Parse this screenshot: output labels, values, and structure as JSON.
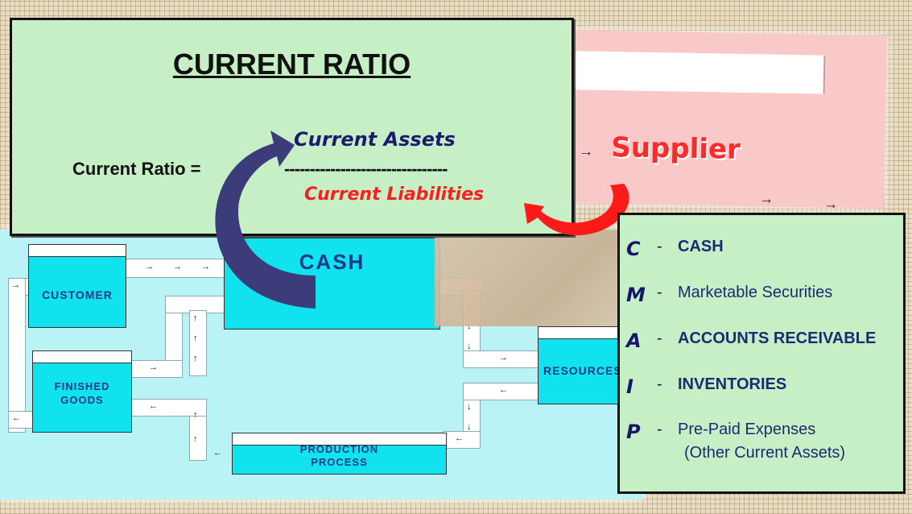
{
  "formula": {
    "title": "CURRENT RATIO",
    "ratio_label": "Current Ratio  =",
    "divider": "--------------------------------",
    "numerator": "Current Assets",
    "denominator": "Current Liabilities"
  },
  "acronym": [
    {
      "letter": "C",
      "dash": "-",
      "text": "CASH"
    },
    {
      "letter": "M",
      "dash": "-",
      "text": "Marketable Securities"
    },
    {
      "letter": "A",
      "dash": "-",
      "text": "ACCOUNTS RECEIVABLE"
    },
    {
      "letter": "I",
      "dash": "-",
      "text": "INVENTORIES"
    },
    {
      "letter": "P",
      "dash": "-",
      "text": "Pre-Paid Expenses",
      "subtext": "(Other Current Assets)"
    }
  ],
  "supplier": {
    "label": "Supplier"
  },
  "flow": {
    "cash": "CASH",
    "customer": "CUSTOMER",
    "finished_goods_1": "FINISHED",
    "finished_goods_2": "GOODS",
    "resources": "RESOURCES",
    "production_1": "PRODUCTION",
    "production_2": "PROCESS"
  },
  "colors": {
    "box_green": "#c6efc6",
    "navy_arrow": "#3d3c7a",
    "red_arrow": "#ff1a1a",
    "process_cyan": "#11e3ee",
    "flow_background": "#b9f3f6",
    "supplier_pink": "#f9c9c9"
  },
  "icons": {
    "navy_arrow": "curved-arrow-icon",
    "red_arrow": "curved-arrow-icon",
    "flow_arrows": "arrow-icon"
  }
}
